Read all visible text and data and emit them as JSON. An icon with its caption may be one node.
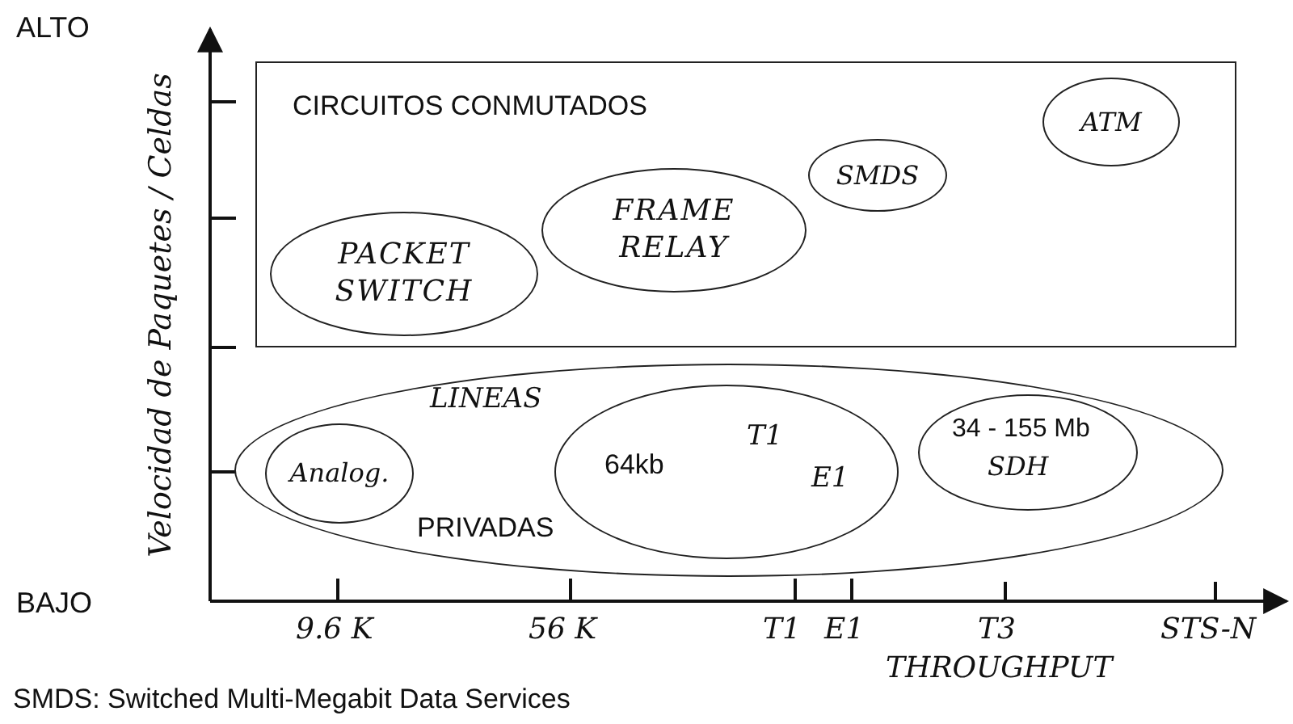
{
  "diagram": {
    "caption": "SMDS: Switched Multi-Megabit Data Services",
    "nodes": [
      {
        "text": [
          "CIRCUITOS CONMUTADOS"
        ]
      },
      {
        "text": [
          "PACKET SWITCH"
        ],
        "in": 0
      },
      {
        "text": [
          "FRAME RELAY"
        ],
        "in": 0
      },
      {
        "text": [
          "SMDS"
        ],
        "in": 0
      },
      {
        "text": [
          "ATM"
        ],
        "in": 0
      },
      {
        "text": [
          "LINEAS",
          "PRIVADAS"
        ]
      },
      {
        "text": [
          "Analog."
        ],
        "in": 5
      },
      {
        "text": [
          "64kb",
          "T1",
          "E1"
        ],
        "in": 5
      },
      {
        "text": [
          "34 - 155 Mb",
          "SDH"
        ],
        "in": 5
      }
    ],
    "edges": [],
    "labels": [
      "ALTO",
      "Velocidad de Paquetes / Celdas",
      "BAJO",
      "9.6 K",
      "56 K",
      "T1",
      "E1",
      "T3",
      "STS-N",
      "THROUGHPUT"
    ]
  }
}
